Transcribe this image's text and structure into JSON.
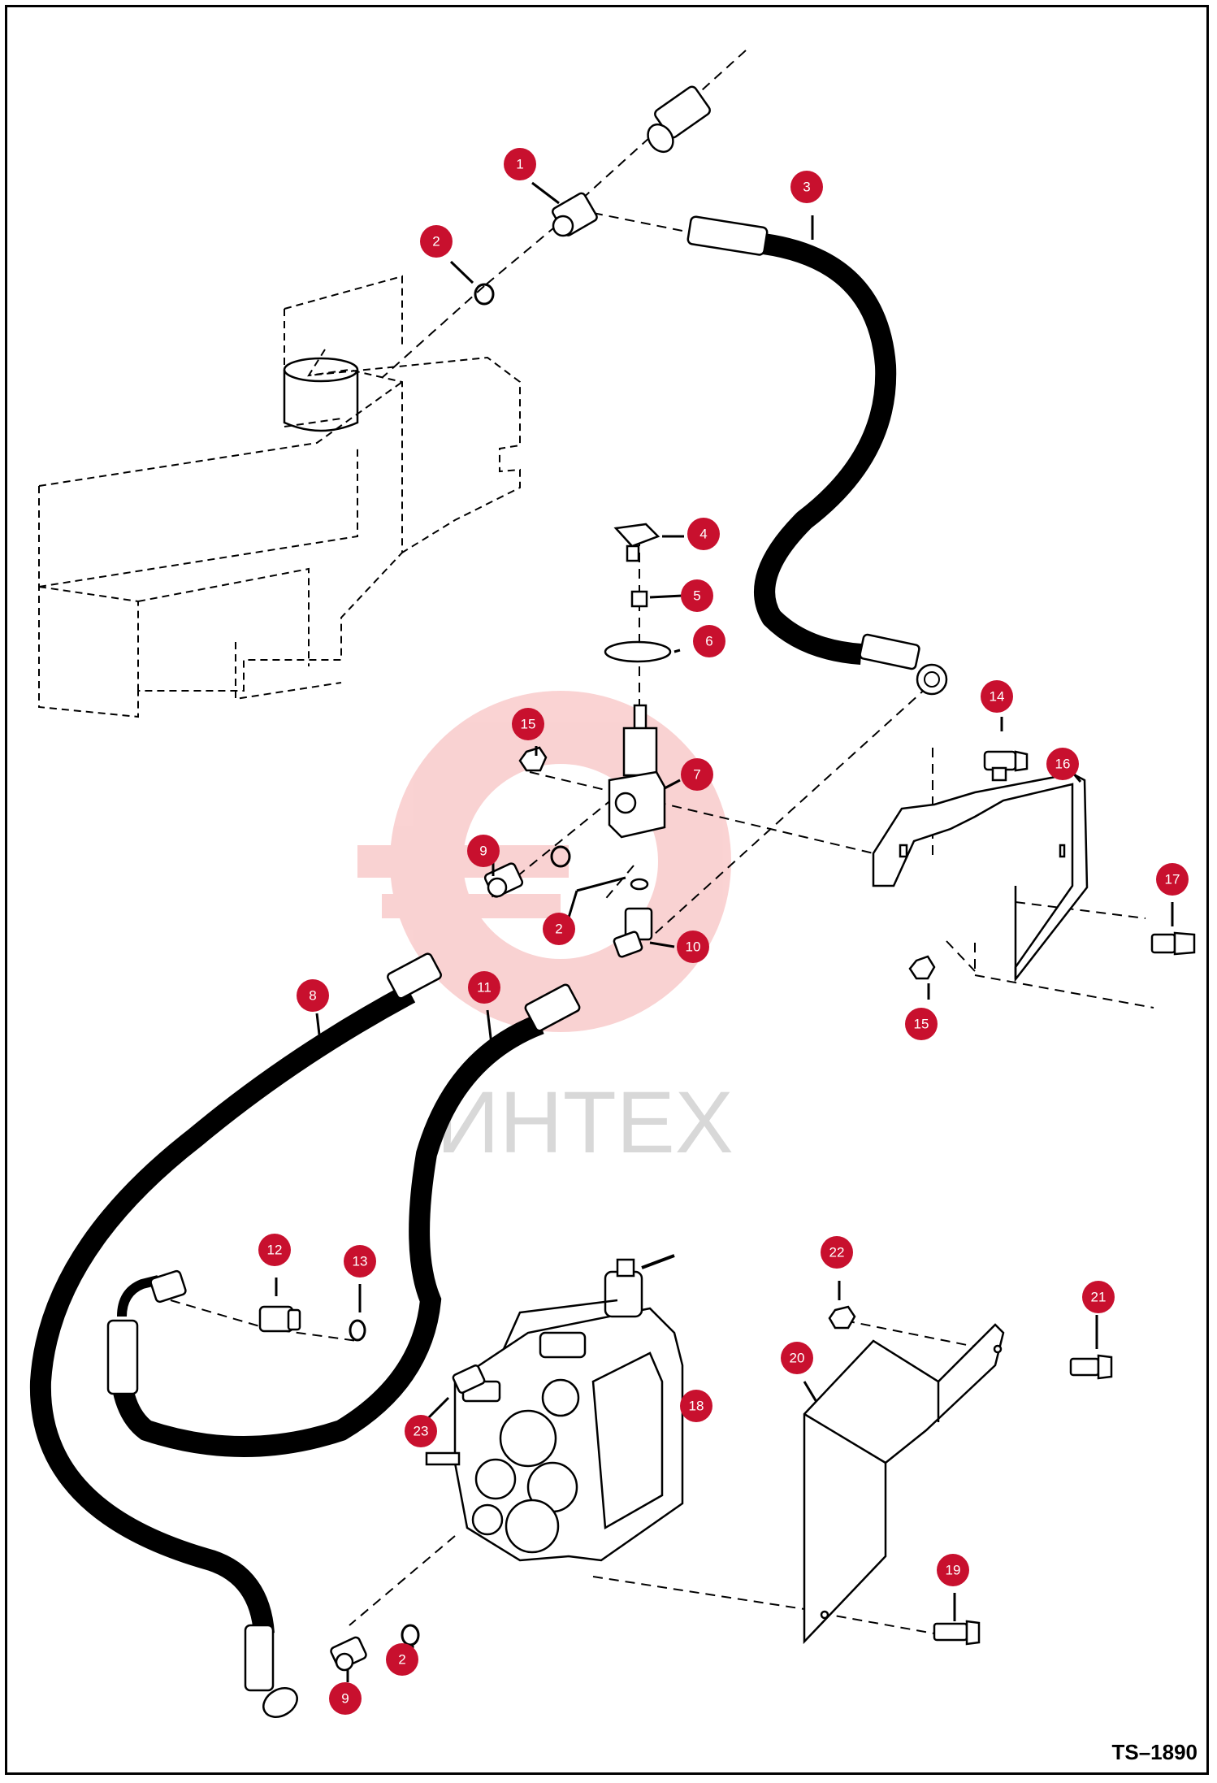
{
  "drawing_id": "TS–1890",
  "watermark_text": "ИНТЕХ",
  "colors": {
    "callout": "#c8102e",
    "line": "#000000",
    "watermark": "#f4b4b4"
  },
  "callouts": [
    "1",
    "2",
    "3",
    "4",
    "5",
    "6",
    "7",
    "2",
    "15",
    "14",
    "16",
    "17",
    "9",
    "8",
    "11",
    "10",
    "15",
    "12",
    "13",
    "22",
    "21",
    "20",
    "18",
    "23",
    "19",
    "2",
    "9"
  ]
}
